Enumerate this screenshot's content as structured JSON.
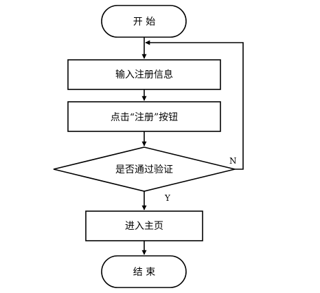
{
  "flowchart": {
    "nodes": {
      "start": "开 始",
      "input_info": "输入注册信息",
      "click_register": "点击“注册”按钮",
      "check_pass": "是否通过验证",
      "enter_home": "进入主页",
      "end": "结 束"
    },
    "edges": {
      "no_label": "N",
      "yes_label": "Y"
    }
  }
}
